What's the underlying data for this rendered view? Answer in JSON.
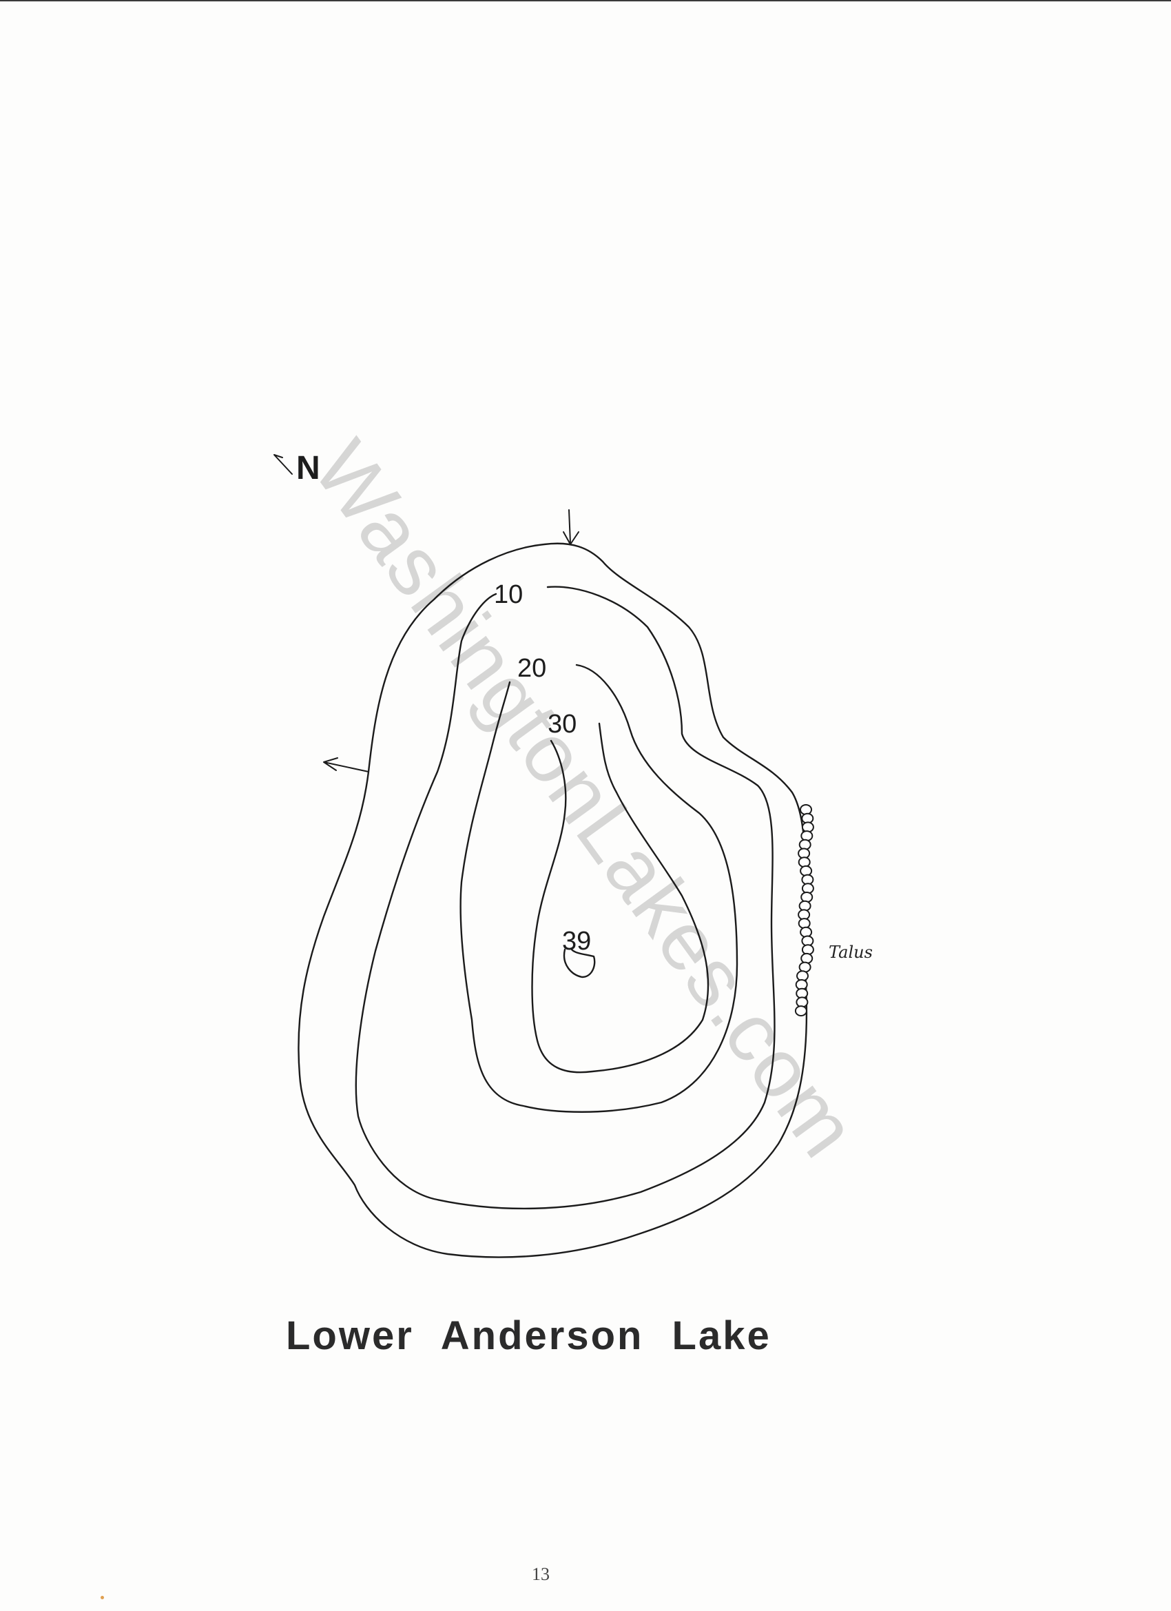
{
  "map": {
    "title": "Lower Anderson Lake",
    "north_label": "N",
    "depth_labels": [
      "10",
      "20",
      "30",
      "39"
    ],
    "talus_label": "Talus",
    "watermark": "WashingtonLakes.com",
    "page_number": "13"
  }
}
